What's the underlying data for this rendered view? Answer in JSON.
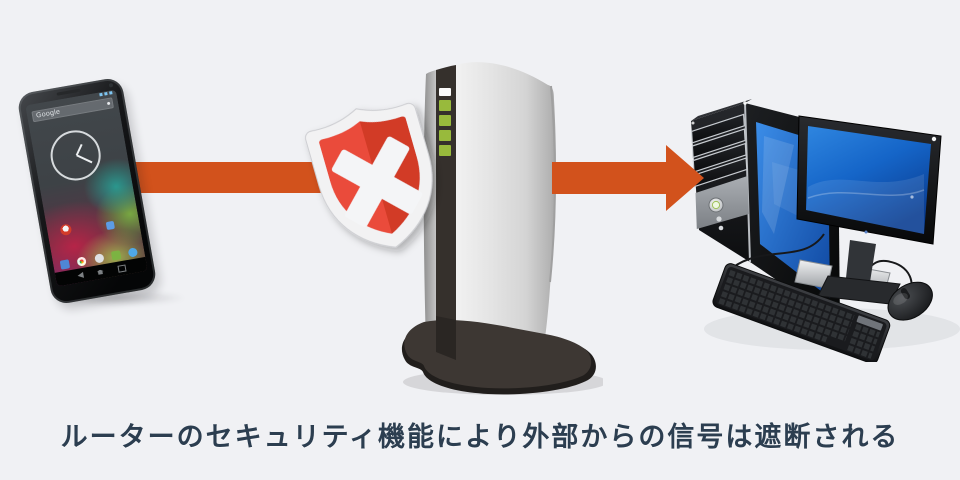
{
  "caption": {
    "text": "ルーターのセキュリティ機能により外部からの信号は遮断される"
  },
  "phone": {
    "search_bar_label": "Google"
  },
  "diagram": {
    "left_device": "smartphone",
    "middle_device": "wireless-router",
    "right_device": "desktop-computer",
    "block_symbol": "shield-with-x",
    "flow_direction": "left-to-right",
    "router_leds": {
      "white": 1,
      "green": 4
    }
  },
  "colors": {
    "background": "#f0f1f4",
    "arrow": "#d2521c",
    "shield-red": "#ea4c3a",
    "shield-red-dark": "#d23b27",
    "shield-rim": "#f2f2f3",
    "led-green": "#98ba3c",
    "router-dark": "#35302c",
    "caption-text": "#2c3e50",
    "screen-blue": "#1565c8"
  }
}
